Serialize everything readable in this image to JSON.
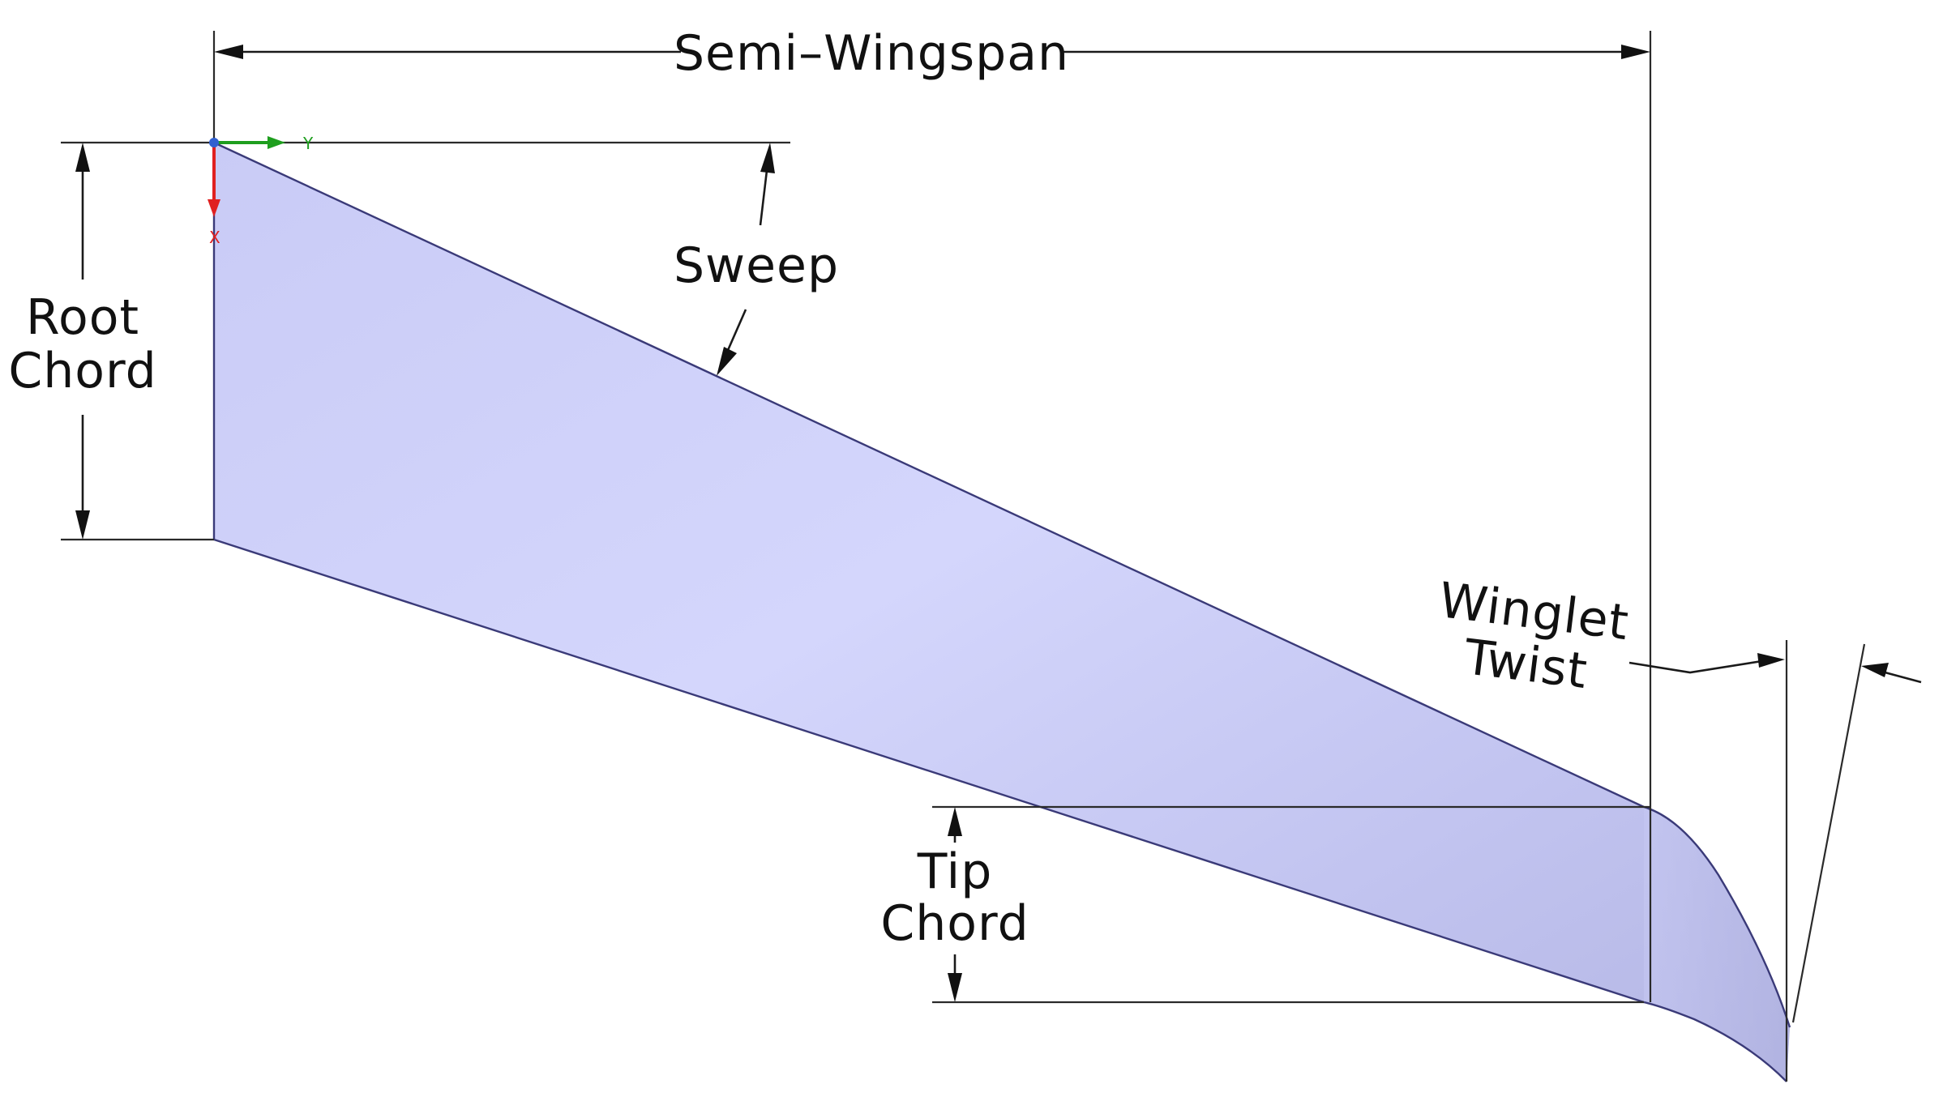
{
  "labels": {
    "semi_wingspan": "Semi–Wingspan",
    "sweep": "Sweep",
    "root_chord": [
      "Root",
      "Chord"
    ],
    "tip_chord": [
      "Tip",
      "Chord"
    ],
    "winglet_twist": [
      "Winglet",
      "Twist"
    ]
  },
  "axis_triad": {
    "y_label": "Y",
    "x_label": "X",
    "y_color": "#1e9e1e",
    "x_color": "#e02020",
    "origin_color": "#3060d0"
  },
  "colors": {
    "wing_fill_light": "#d2d4fb",
    "wing_fill_dark": "#b9bbe8",
    "wing_edge": "#3a3a78",
    "dimension_line": "#1a1a1a"
  }
}
